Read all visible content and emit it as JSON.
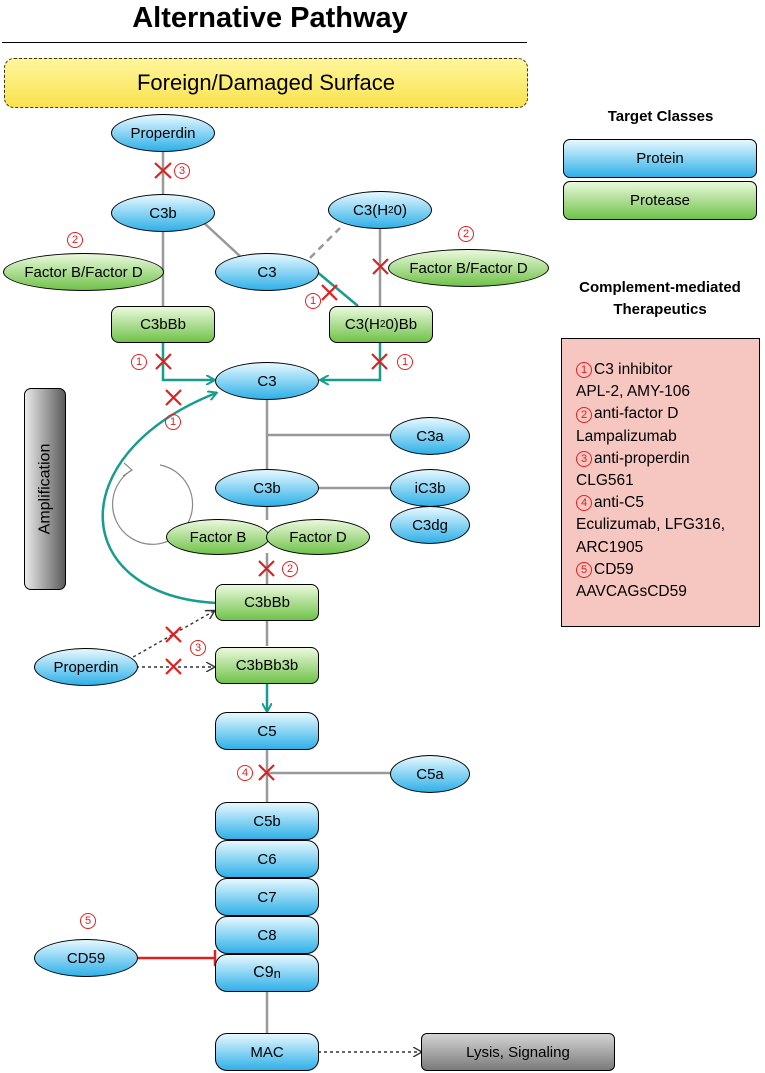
{
  "title": "Alternative Pathway",
  "surface": "Foreign/Damaged Surface",
  "amplification": "Amplification",
  "nodes": {
    "properdin_top": "Properdin",
    "c3b_top": "C3b",
    "c3h2o": {
      "pre": "C3(H",
      "sub": "2",
      "post": "0)"
    },
    "factor_bd_left": "Factor B/Factor D",
    "factor_bd_right": "Factor B/Factor D",
    "c3_top": "C3",
    "c3bbb_left": "C3bBb",
    "c3h2obb": {
      "pre": "C3(H",
      "sub": "2",
      "post": "0)Bb"
    },
    "c3_mid": "C3",
    "c3a": "C3a",
    "c3b_mid": "C3b",
    "ic3b": "iC3b",
    "c3dg": "C3dg",
    "factor_b": "Factor B",
    "factor_d": "Factor D",
    "c3bbb": "C3bBb",
    "properdin_bottom": "Properdin",
    "c3bbb3b": "C3bBb3b",
    "c5": "C5",
    "c5a": "C5a",
    "c5b": "C5b",
    "c6": "C6",
    "c7": "C7",
    "c8": "C8",
    "c9": {
      "pre": "C9",
      "sub": "n"
    },
    "cd59": "CD59",
    "mac": "MAC",
    "lysis": "Lysis, Signaling"
  },
  "legend": {
    "title": "Target Classes",
    "protein": "Protein",
    "protease": "Protease"
  },
  "therapeutics": {
    "title": "Complement-mediated Therapeutics",
    "items": [
      {
        "num": "1",
        "target": "C3 inhibitor",
        "drugs": "APL-2, AMY-106"
      },
      {
        "num": "2",
        "target": "anti-factor D",
        "drugs": "Lampalizumab"
      },
      {
        "num": "3",
        "target": "anti-properdin",
        "drugs": "CLG561"
      },
      {
        "num": "4",
        "target": "anti-C5",
        "drugs": "Eculizumab, LFG316, ARC1905"
      },
      {
        "num": "5",
        "target": "CD59",
        "drugs": "AAVCAGsCD59"
      }
    ]
  },
  "markers": {
    "m3_top": "3",
    "m2_left": "2",
    "m2_right": "2",
    "m1_c3": "1",
    "m1_left": "1",
    "m1_right": "1",
    "m1_mid": "1",
    "m2_mid": "2",
    "m3_bottom": "3",
    "m4": "4",
    "m5": "5"
  },
  "colors": {
    "protein": "#2fb0e8",
    "protease": "#70c24a",
    "teal_arrow": "#179c8e",
    "inhibit_red": "#e02020",
    "surface_yellow": "#f9e24e",
    "therapeutics_bg": "#f6c6c0"
  }
}
